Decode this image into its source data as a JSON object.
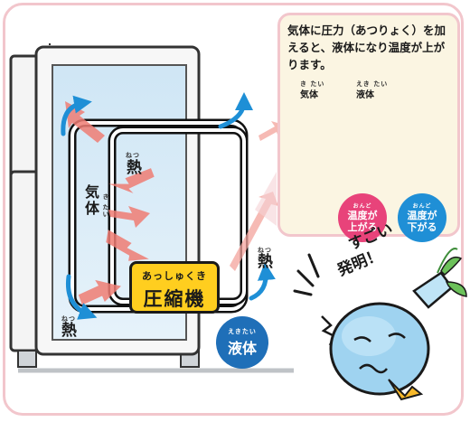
{
  "labels": {
    "heat": "熱",
    "heat_ruby": "ねつ",
    "gas": "気体",
    "gas_ruby": "き たい",
    "compressor_ruby": "あっしゅくき",
    "compressor": "圧縮機",
    "liquid_ruby": "えきたい",
    "liquid": "液体"
  },
  "info": {
    "text": "気体に圧力（あつりょく）を加えると、液体になり温度が上がります。",
    "col_gas": "気体",
    "col_gas_ruby": "き たい",
    "col_liquid": "液体",
    "col_liquid_ruby": "えき たい",
    "badge_up_ruby": "おんど",
    "badge_up": "温度が上がる",
    "badge_down_ruby": "おんど",
    "badge_down": "温度が下がる"
  },
  "speech": {
    "line1": "すごい",
    "line2": "発明！"
  },
  "colors": {
    "pink_border": "#f2c6cc",
    "blue_arrow": "#1e8fd6",
    "red_arrow": "#e8837a",
    "badge_pink": "#e8437a",
    "badge_blue": "#1f8fd6",
    "compressor_fill": "#ffce1f"
  }
}
